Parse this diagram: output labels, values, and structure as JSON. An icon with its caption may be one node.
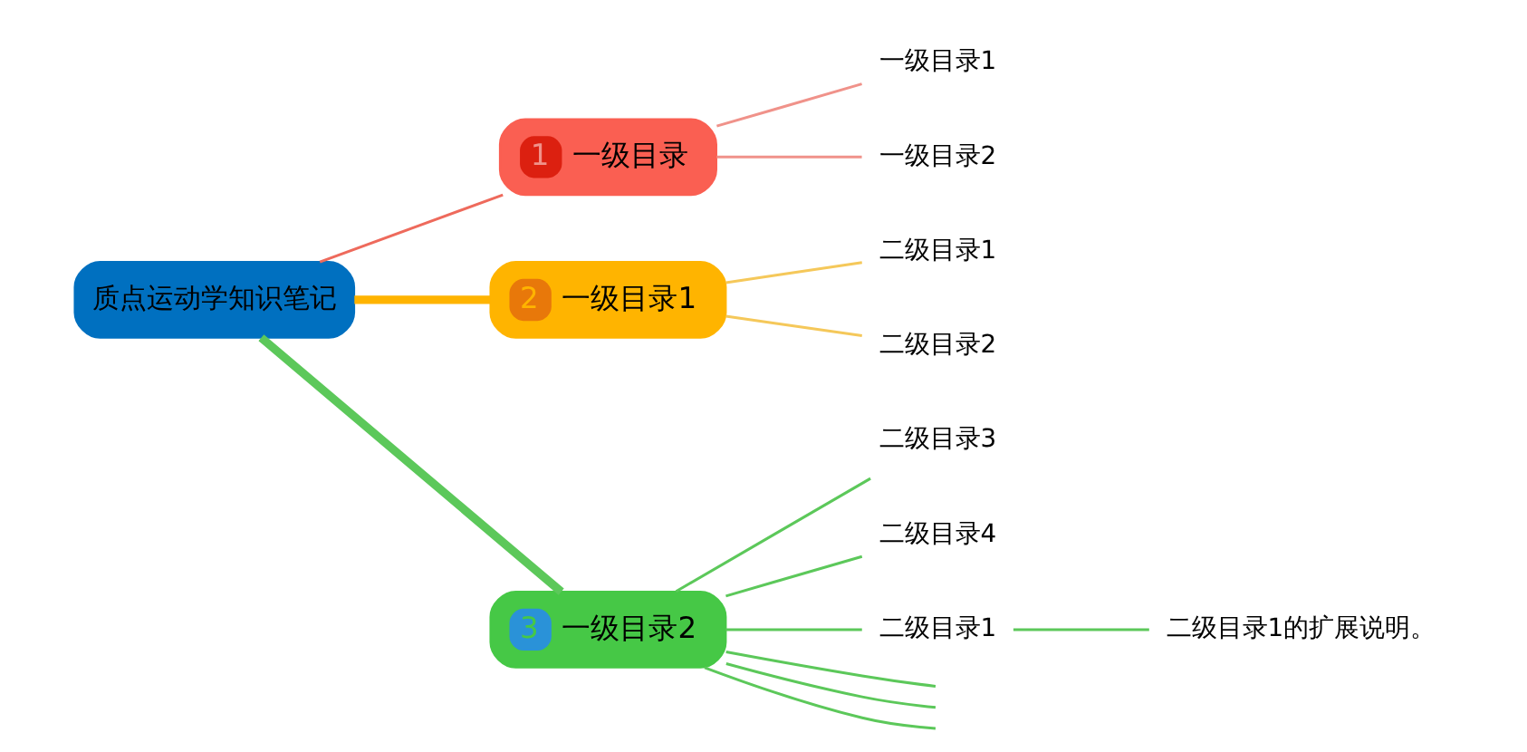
{
  "diagram": {
    "nodes": [
      {
        "text": [
          "质点运动学知识笔记"
        ]
      },
      {
        "text": [
          "1",
          "一级目录"
        ]
      },
      {
        "text": [
          "一级目录1"
        ]
      },
      {
        "text": [
          "一级目录2"
        ]
      },
      {
        "text": [
          "2",
          "一级目录1"
        ]
      },
      {
        "text": [
          "二级目录1"
        ]
      },
      {
        "text": [
          "二级目录2"
        ]
      },
      {
        "text": [
          "3",
          "一级目录2"
        ]
      },
      {
        "text": [
          "二级目录3"
        ]
      },
      {
        "text": [
          "二级目录4"
        ]
      },
      {
        "text": [
          "二级目录1"
        ]
      },
      {
        "text": [
          "二级目录1的扩展说明。"
        ]
      }
    ],
    "edges": [
      {
        "from": 0,
        "to": 1,
        "arrow": "none",
        "color": "#ee6a5c"
      },
      {
        "from": 0,
        "to": 4,
        "arrow": "none",
        "style": "thick",
        "color": "#ffb400"
      },
      {
        "from": 0,
        "to": 7,
        "arrow": "none",
        "style": "thick"
      },
      {
        "from": 1,
        "to": 2,
        "arrow": "none",
        "color": "#f0928a"
      },
      {
        "from": 1,
        "to": 3,
        "arrow": "none",
        "color": "#f0928a"
      },
      {
        "from": 4,
        "to": 5,
        "arrow": "none",
        "color": "#f5c85a"
      },
      {
        "from": 4,
        "to": 6,
        "arrow": "none",
        "color": "#f5c85a"
      },
      {
        "from": 7,
        "to": 8,
        "arrow": "none"
      },
      {
        "from": 7,
        "to": 9,
        "arrow": "none"
      },
      {
        "from": 7,
        "to": 10,
        "arrow": "none"
      },
      {
        "from": 7,
        "to": null,
        "arrow": "none"
      },
      {
        "from": 7,
        "to": null,
        "arrow": "none"
      },
      {
        "from": 7,
        "to": null,
        "arrow": "none"
      },
      {
        "from": 10,
        "to": 11,
        "arrow": "none"
      }
    ]
  }
}
